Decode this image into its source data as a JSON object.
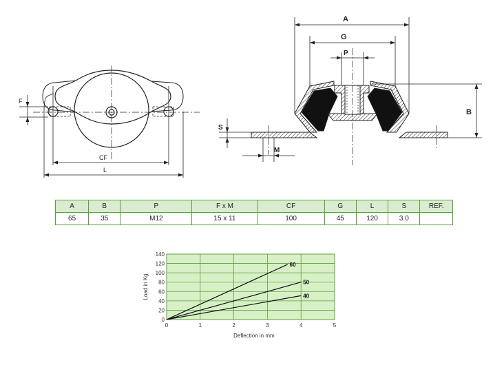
{
  "drawing_left": {
    "labels": {
      "f": "F",
      "cf": "CF",
      "l": "L"
    }
  },
  "drawing_right": {
    "labels": {
      "a": "A",
      "g": "G",
      "p": "P",
      "b": "B",
      "s": "S",
      "m": "M"
    }
  },
  "spec_table": {
    "headers": [
      "A",
      "B",
      "P",
      "F x M",
      "CF",
      "G",
      "L",
      "S",
      "REF."
    ],
    "row": [
      "65",
      "35",
      "M12",
      "15 x 11",
      "100",
      "45",
      "120",
      "3.0",
      ""
    ]
  },
  "colors": {
    "table_border": "#5aa03c",
    "table_header_bg": "#d9eccf",
    "chart_bg": "#d8f0c6",
    "chart_grid": "#5aa03c"
  },
  "chart_data": {
    "type": "line",
    "xlabel": "Deflection in mm",
    "ylabel": "Load in Kg",
    "xlim": [
      0,
      5
    ],
    "ylim": [
      0,
      140
    ],
    "x_ticks": [
      0,
      1,
      2,
      3,
      4,
      5
    ],
    "y_ticks": [
      0,
      20,
      40,
      60,
      80,
      100,
      120,
      140
    ],
    "grid": true,
    "series": [
      {
        "name": "60",
        "x": [
          0,
          3.6
        ],
        "y": [
          0,
          118
        ]
      },
      {
        "name": "50",
        "x": [
          0,
          4.0
        ],
        "y": [
          0,
          80
        ]
      },
      {
        "name": "40",
        "x": [
          0,
          4.0
        ],
        "y": [
          0,
          51
        ]
      }
    ]
  }
}
